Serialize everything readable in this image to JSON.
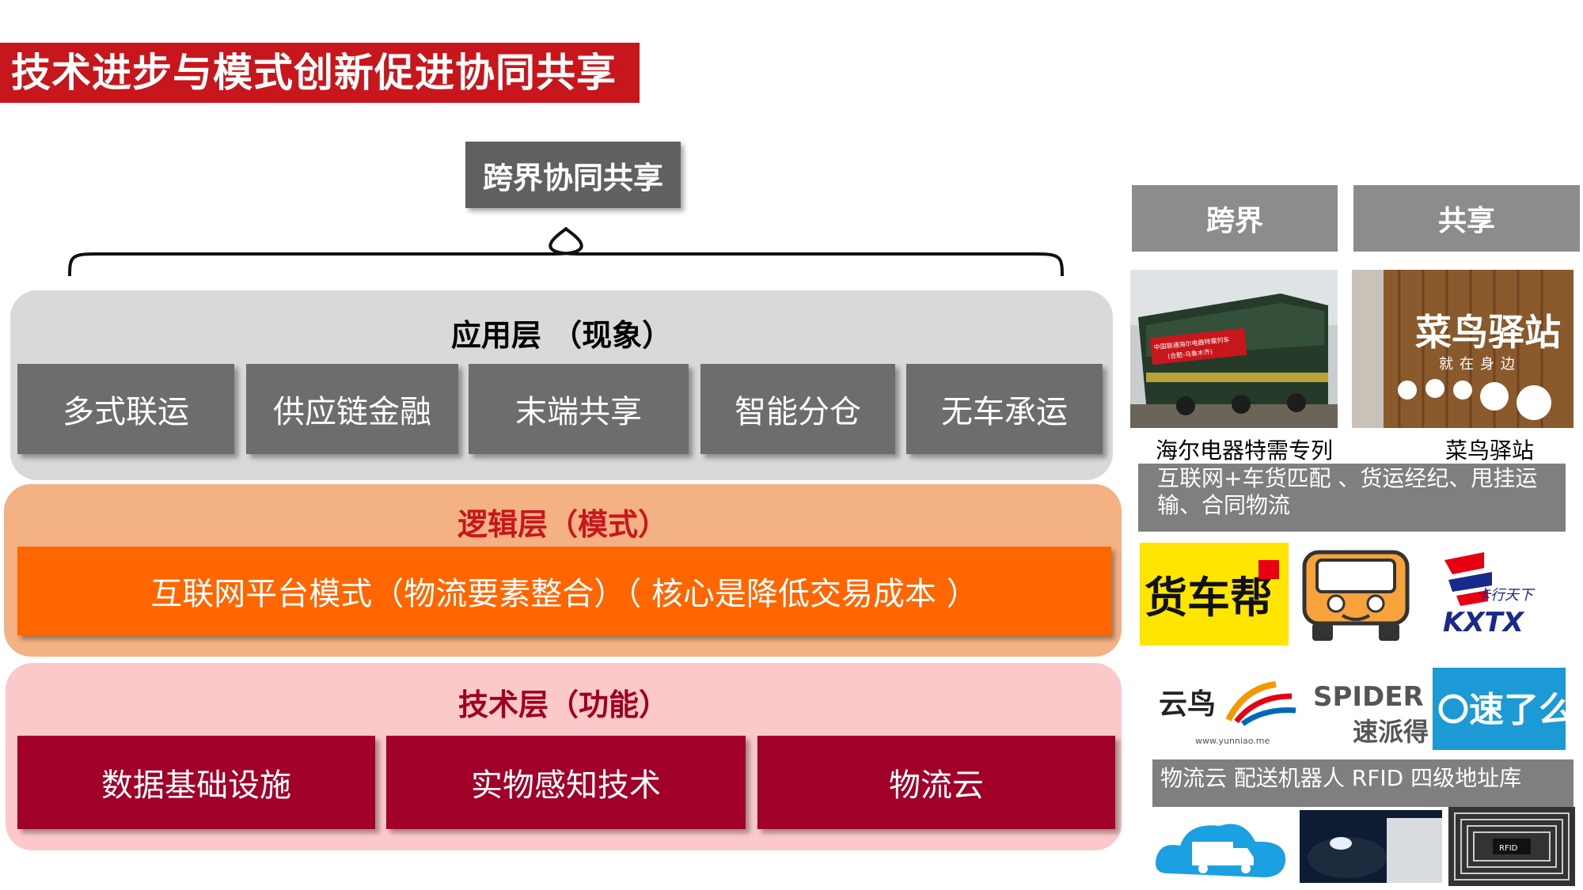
{
  "slide_title": "技术进步与模式创新促进协同共享",
  "top_label": "跨界协同共享",
  "app_layer": {
    "title": "应用层 （现象）",
    "items": [
      "多式联运",
      "供应链金融",
      "末端共享",
      "智能分仓",
      "无车承运"
    ]
  },
  "logic_layer": {
    "title": "逻辑层（模式）",
    "bar_text": "互联网平台模式（物流要素整合）（ 核心是降低交易成本 ）"
  },
  "tech_layer": {
    "title": "技术层（功能）",
    "items": [
      "数据基础设施",
      "实物感知技术",
      "物流云"
    ]
  },
  "right_panel": {
    "headers": [
      "跨界",
      "共享"
    ],
    "photo_captions": [
      "海尔电器特需专列",
      "菜鸟驿站"
    ],
    "strip1": "互联网+车货匹配 、货运经纪、甩挂运输、合同物流",
    "logos_row1": [
      "货车帮",
      "kxtx-truck-mascot",
      "卡行天下 KXTX"
    ],
    "logos_row2": [
      "云鸟",
      "www.yunniao.me",
      "SPIDER 速派得",
      "e速了么"
    ],
    "strip2": "物流云 配送机器人 RFID 四级地址库",
    "train_sign": [
      "中国联通海尔电器特需列车",
      "(合肥-乌鲁木齐)"
    ],
    "station_sign": [
      "菜鸟驿站",
      "就在身边"
    ],
    "rfid_label": "RFID"
  },
  "colors": {
    "title_red": "#c8161d",
    "grey_box": "#6d6d6d",
    "orange": "#ff6600",
    "dark_red": "#a10028"
  }
}
